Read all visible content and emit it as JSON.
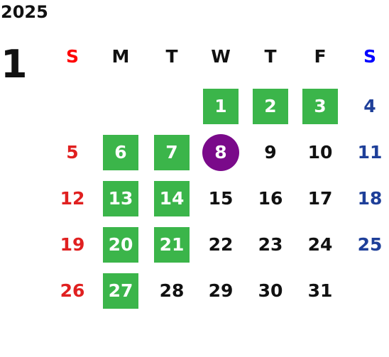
{
  "year": "2025",
  "month": "1",
  "colors": {
    "holiday_bg": "#3bb54a",
    "today_bg": "#7a0a8a",
    "sunday": "#e02020",
    "saturday": "#1e3f99",
    "sunday_header": "#ff0000",
    "saturday_header": "#0000ff"
  },
  "weekday_headers": [
    "S",
    "M",
    "T",
    "W",
    "T",
    "F",
    "S"
  ],
  "weeks": [
    [
      null,
      null,
      null,
      {
        "day": "1",
        "type": "holiday"
      },
      {
        "day": "2",
        "type": "holiday"
      },
      {
        "day": "3",
        "type": "holiday"
      },
      {
        "day": "4",
        "type": "sat"
      }
    ],
    [
      {
        "day": "5",
        "type": "sun"
      },
      {
        "day": "6",
        "type": "holiday"
      },
      {
        "day": "7",
        "type": "holiday"
      },
      {
        "day": "8",
        "type": "today"
      },
      {
        "day": "9",
        "type": "wd"
      },
      {
        "day": "10",
        "type": "wd"
      },
      {
        "day": "11",
        "type": "sat"
      }
    ],
    [
      {
        "day": "12",
        "type": "sun"
      },
      {
        "day": "13",
        "type": "holiday"
      },
      {
        "day": "14",
        "type": "holiday"
      },
      {
        "day": "15",
        "type": "wd"
      },
      {
        "day": "16",
        "type": "wd"
      },
      {
        "day": "17",
        "type": "wd"
      },
      {
        "day": "18",
        "type": "sat"
      }
    ],
    [
      {
        "day": "19",
        "type": "sun"
      },
      {
        "day": "20",
        "type": "holiday"
      },
      {
        "day": "21",
        "type": "holiday"
      },
      {
        "day": "22",
        "type": "wd"
      },
      {
        "day": "23",
        "type": "wd"
      },
      {
        "day": "24",
        "type": "wd"
      },
      {
        "day": "25",
        "type": "sat"
      }
    ],
    [
      {
        "day": "26",
        "type": "sun"
      },
      {
        "day": "27",
        "type": "holiday"
      },
      {
        "day": "28",
        "type": "wd"
      },
      {
        "day": "29",
        "type": "wd"
      },
      {
        "day": "30",
        "type": "wd"
      },
      {
        "day": "31",
        "type": "wd"
      },
      null
    ]
  ]
}
